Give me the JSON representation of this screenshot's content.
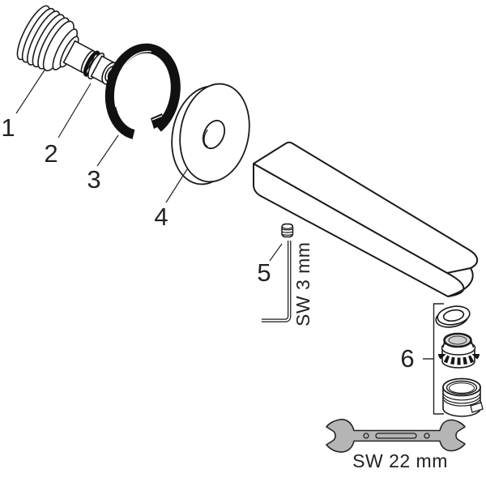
{
  "diagram": {
    "kind": "exploded-parts-technical-drawing",
    "part_labels": [
      "1",
      "2",
      "3",
      "4",
      "5",
      "6"
    ],
    "annotations": {
      "hex_key_size": "SW 3 mm",
      "wrench_size": "SW 22 mm"
    },
    "colors": {
      "background": "#ffffff",
      "line": "#1a1a1a",
      "snap_ring_fill": "#111111",
      "wrench_fill": "#b5b5b5",
      "aerator_dome_fill": "#d9d9d9"
    }
  }
}
